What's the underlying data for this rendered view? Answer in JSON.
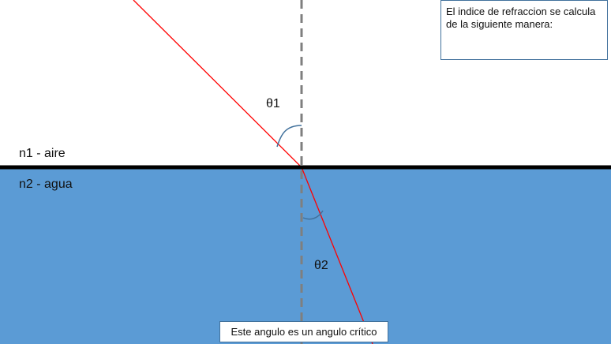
{
  "media": {
    "upper": {
      "label": "n1 - aire",
      "color": "#ffffff"
    },
    "lower": {
      "label": "n2 - agua",
      "color": "#5b9bd5"
    }
  },
  "interface_color": "#000000",
  "normal_line": {
    "style": "dashed",
    "color": "#7f7f7f"
  },
  "ray_color": "#ff0000",
  "arc_color": "#41719c",
  "angles": {
    "incident": "θ1",
    "refracted": "θ2"
  },
  "note": {
    "text": "El indice de refraccion se calcula de la siguiente manera:"
  },
  "caption": {
    "text": "Este angulo es un angulo crítico"
  }
}
